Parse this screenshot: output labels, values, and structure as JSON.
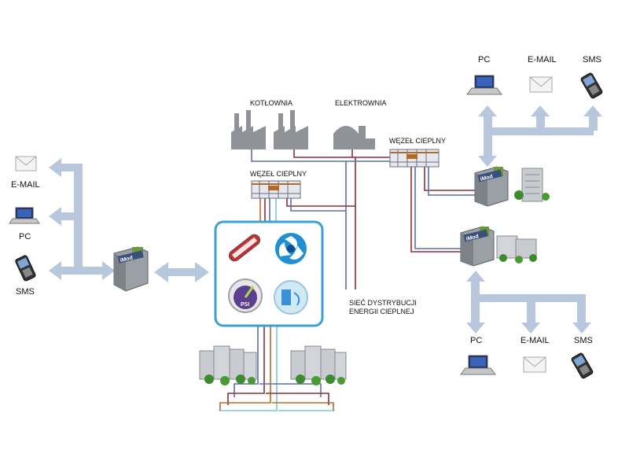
{
  "left_group": {
    "email_label": "E-MAIL",
    "pc_label": "PC",
    "sms_label": "SMS"
  },
  "top_right_group": {
    "pc_label": "PC",
    "email_label": "E-MAIL",
    "sms_label": "SMS"
  },
  "bottom_right_group": {
    "pc_label": "PC",
    "email_label": "E-MAIL",
    "sms_label": "SMS"
  },
  "plants": {
    "boiler_label": "KOTŁOWNIA",
    "power_label": "ELEKTROWNIA"
  },
  "substations": {
    "top_label": "WĘZEŁ CIEPLNY",
    "center_label": "WĘZEŁ CIEPLNY"
  },
  "network": {
    "label_line1": "SIEĆ DYSTRYBUCJI",
    "label_line2": "ENERGII CIEPLNEJ"
  },
  "devices": {
    "brand_text": "iMod"
  },
  "sensors": {
    "pressure_gauge_text": "PSI"
  },
  "colors": {
    "arrow": "#b7c8de",
    "panel_border": "#3aa2cc",
    "pipe_red": "#8b2e3c",
    "pipe_blue": "#5d6fa3",
    "pipe_orange": "#b36b2a",
    "pipe_cyan": "#7cc6d6",
    "factory": "#8f9296"
  }
}
